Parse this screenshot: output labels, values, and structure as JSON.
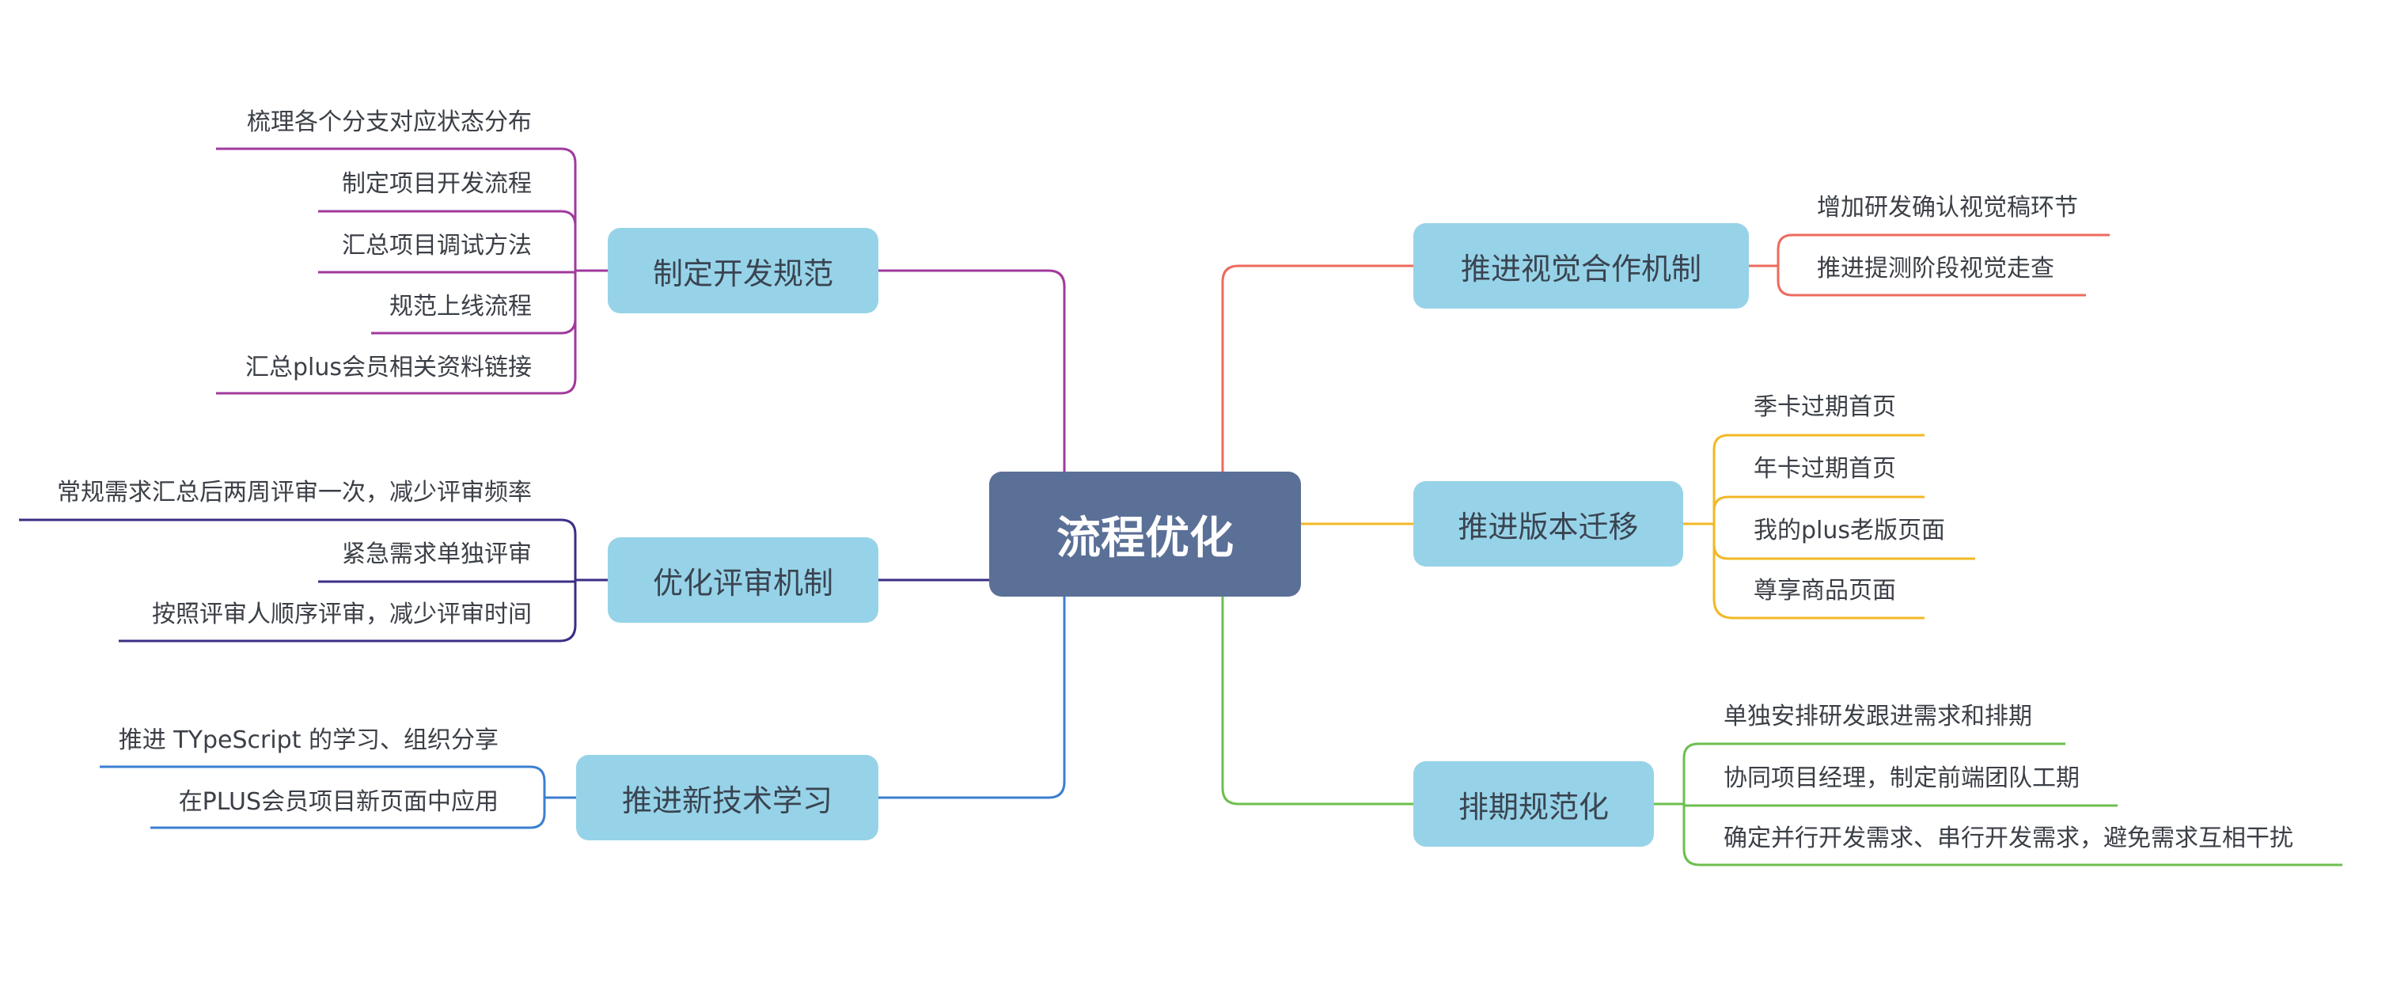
{
  "root": {
    "label": "流程优化"
  },
  "branches": {
    "dev_standard": {
      "label": "制定开发规范",
      "color": "#a1399d",
      "items": [
        "梳理各个分支对应状态分布",
        "制定项目开发流程",
        "汇总项目调试方法",
        "规范上线流程",
        "汇总plus会员相关资料链接"
      ]
    },
    "review": {
      "label": "优化评审机制",
      "color": "#3b2e86",
      "items": [
        "常规需求汇总后两周评审一次，减少评审频率",
        "紧急需求单独评审",
        "按照评审人顺序评审，减少评审时间"
      ]
    },
    "tech_learning": {
      "label": "推进新技术学习",
      "color": "#3b7fd1",
      "items": [
        "推进 TYpeScript 的学习、组织分享",
        "在PLUS会员项目新页面中应用"
      ]
    },
    "visual": {
      "label": "推进视觉合作机制",
      "color": "#ec6b5e",
      "items": [
        "增加研发确认视觉稿环节",
        "推进提测阶段视觉走查"
      ]
    },
    "migration": {
      "label": "推进版本迁移",
      "color": "#f2b825",
      "items": [
        "季卡过期首页",
        "年卡过期首页",
        "我的plus老版页面",
        "尊享商品页面"
      ]
    },
    "schedule": {
      "label": "排期规范化",
      "color": "#6cbf4e",
      "items": [
        "单独安排研发跟进需求和排期",
        "协同项目经理，制定前端团队工期",
        "确定并行开发需求、串行开发需求，避免需求互相干扰"
      ]
    }
  }
}
